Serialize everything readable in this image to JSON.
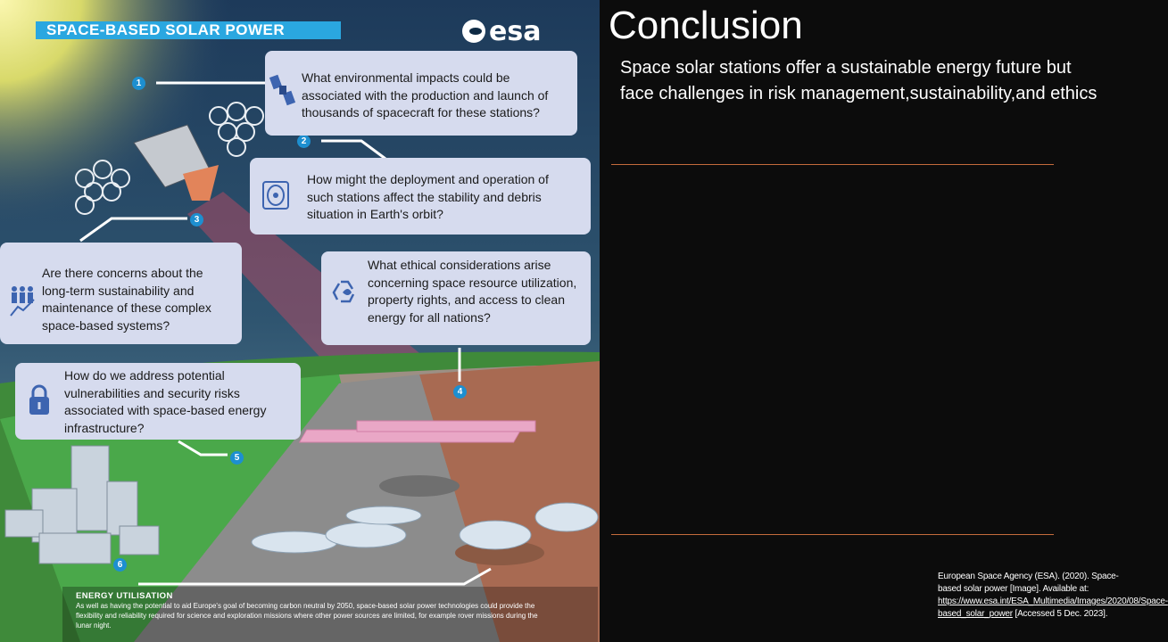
{
  "infographic": {
    "banner_title": "SPACE-BASED SOLAR POWER",
    "logo_text": "esa",
    "markers": [
      "1",
      "2",
      "3",
      "4",
      "5",
      "6"
    ],
    "questions": [
      {
        "icon": "satellite-icon",
        "text": "What environmental impacts could be associated with the production  and launch of thousands of spacecraft for these stations?"
      },
      {
        "icon": "orbit-debris-icon",
        "text": "How might the deployment  and operation of such stations affect the stability and debris situation in Earth's orbit?"
      },
      {
        "icon": "team-growth-icon",
        "text": "Are there concerns about the long-term sustainability and maintenance of these complex space-based systems?"
      },
      {
        "icon": "recycle-icon",
        "text": "What ethical considerations arise concerning space resource utilization, property  rights, and access to clean energy for all nations?"
      },
      {
        "icon": "lock-icon",
        "text": "How do we address potential vulnerabilities and security risks associated with space-based energy infrastructure?"
      }
    ],
    "energy_heading": "ENERGY UTILISATION",
    "energy_text": "As well as having the potential to aid Europe's goal of becoming carbon neutral by 2050, space-based solar power technologies could provide the flexibility and reliability required for science and exploration missions where other power sources are limited, for example rover missions during the lunar night."
  },
  "slide": {
    "title": "Conclusion",
    "body": "Space solar stations offer a sustainable energy future but face challenges in risk management,sustainability,and ethics"
  },
  "citation": {
    "line1": "European Space Agency (ESA). (2020). Space-based solar power [Image]. Available at:",
    "url": "https://www.esa.int/ESA_Multimedia/Images/2020/08/Space-based_solar_power",
    "accessed": "[Accessed 5 Dec. 2023]."
  },
  "colors": {
    "accent": "#2aa7e0",
    "box": "#d6dbee",
    "rule": "#c46b3c",
    "background": "#0c0c0c"
  }
}
